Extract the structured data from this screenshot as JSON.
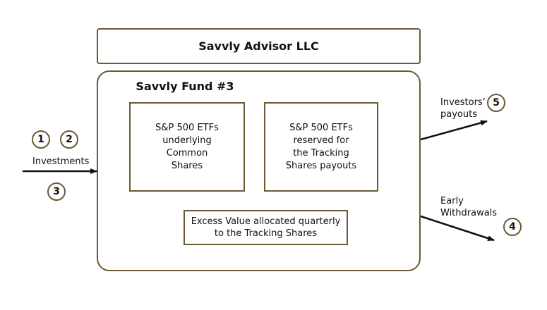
{
  "advisor": {
    "label": "Savvly Advisor LLC"
  },
  "fund": {
    "title": "Savvly Fund #3",
    "box_common": "S&P 500 ETFs\nunderlying\nCommon\nShares",
    "box_tracking": "S&P 500 ETFs\nreserved for\nthe Tracking\nShares payouts",
    "box_excess": "Excess Value allocated quarterly\nto the Tracking Shares"
  },
  "flows": {
    "investments": {
      "label": "Investments",
      "steps": [
        "1",
        "2",
        "3"
      ]
    },
    "payouts": {
      "label": "Investors’\npayouts",
      "step": "5"
    },
    "withdrawals": {
      "label": "Early\nWithdrawals",
      "step": "4"
    }
  },
  "colors": {
    "border": "#6b5a33",
    "arrow": "#111111",
    "text": "#111111"
  }
}
